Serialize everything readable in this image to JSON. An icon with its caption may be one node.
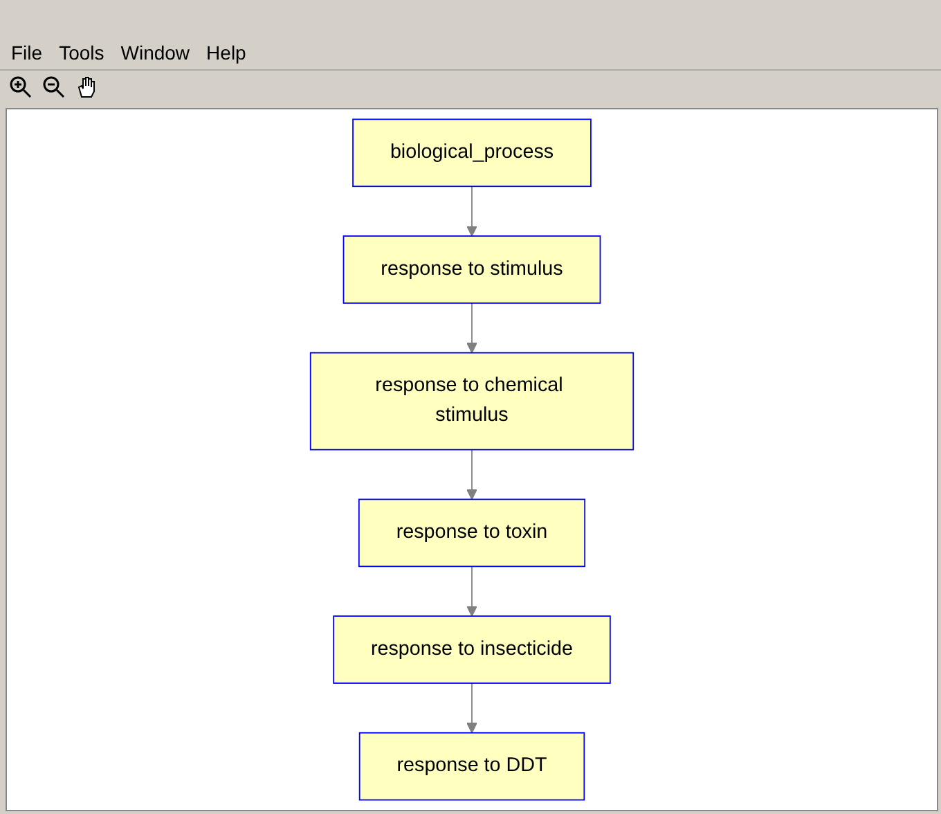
{
  "diagram": {
    "nodes": [
      {
        "text": [
          "biological_process"
        ]
      },
      {
        "text": [
          "response to stimulus"
        ]
      },
      {
        "text": [
          "response to chemical stimulus"
        ]
      },
      {
        "text": [
          "response to toxin"
        ]
      },
      {
        "text": [
          "response to insecticide"
        ]
      },
      {
        "text": [
          "response to DDT"
        ]
      }
    ],
    "edges": [
      {
        "from": 0,
        "to": 1,
        "arrow": "to"
      },
      {
        "from": 1,
        "to": 2,
        "arrow": "to"
      },
      {
        "from": 2,
        "to": 3,
        "arrow": "to"
      },
      {
        "from": 3,
        "to": 4,
        "arrow": "to"
      },
      {
        "from": 4,
        "to": 5,
        "arrow": "to"
      }
    ],
    "labels": [
      "File",
      "Tools",
      "Window",
      "Help"
    ]
  }
}
